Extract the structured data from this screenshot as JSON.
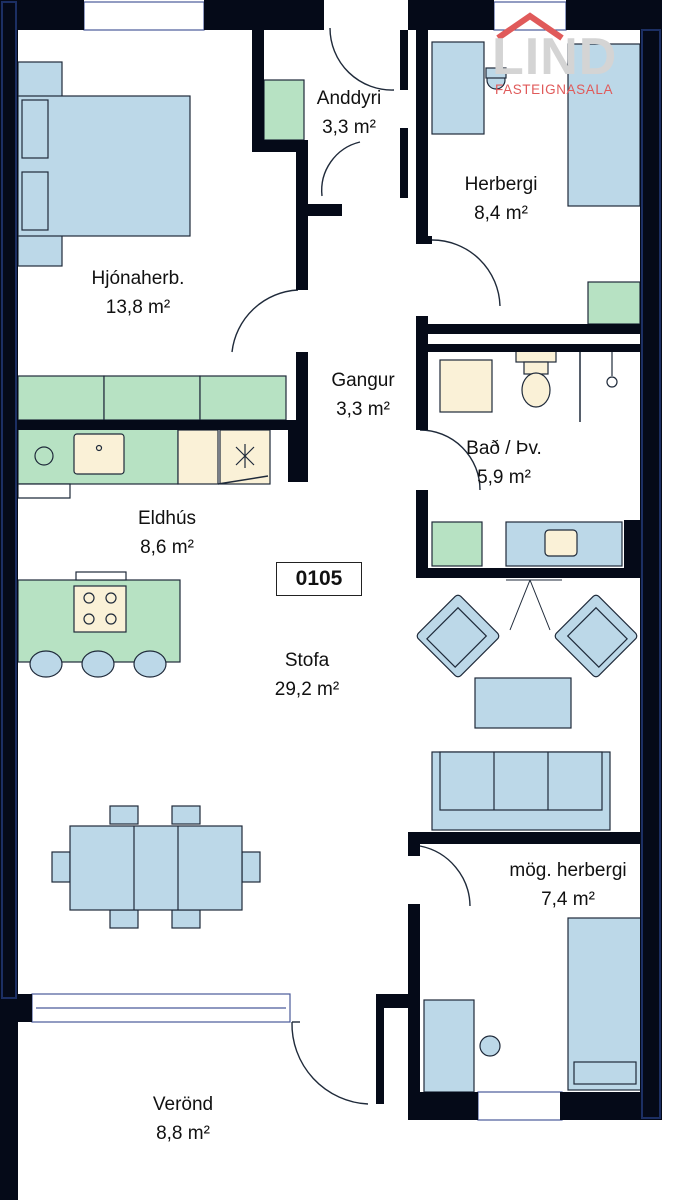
{
  "unit": "0105",
  "logo": {
    "word": "LIND",
    "sub": "FASTEIGNASALA",
    "color": "#e05a5a"
  },
  "rooms": [
    {
      "name": "Anddyri",
      "area": "3,3 m²"
    },
    {
      "name": "Herbergi",
      "area": "8,4 m²"
    },
    {
      "name": "Hjónaherb.",
      "area": "13,8 m²"
    },
    {
      "name": "Gangur",
      "area": "3,3 m²"
    },
    {
      "name": "Bað / Þv.",
      "area": "5,9 m²"
    },
    {
      "name": "Eldhús",
      "area": "8,6 m²"
    },
    {
      "name": "Stofa",
      "area": "29,2 m²"
    },
    {
      "name": "mög. herbergi",
      "area": "7,4 m²"
    },
    {
      "name": "Verönd",
      "area": "8,8 m²"
    }
  ],
  "colors": {
    "wall": "#050a18",
    "furniture": "#bcd8e8",
    "cabinet": "#b7e2c3",
    "appliance": "#faf1d7",
    "outline": "#1f2a3a"
  }
}
